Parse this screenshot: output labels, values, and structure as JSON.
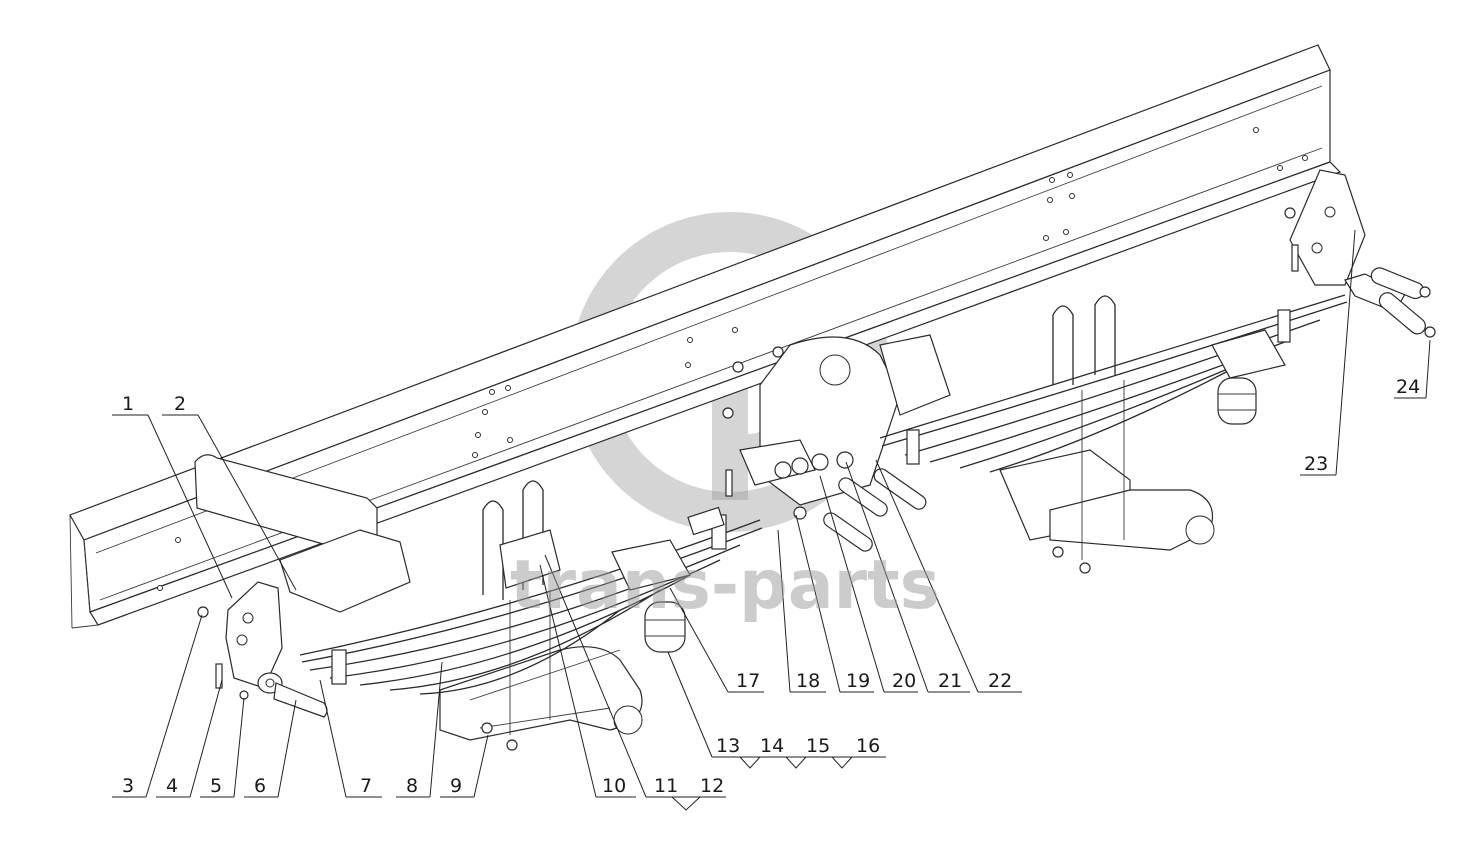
{
  "watermark": {
    "text": "trans-parts",
    "color": "#9a9a9a"
  },
  "corner_mark": "",
  "callouts": [
    {
      "label": "1"
    },
    {
      "label": "2"
    },
    {
      "label": "3"
    },
    {
      "label": "4"
    },
    {
      "label": "5"
    },
    {
      "label": "6"
    },
    {
      "label": "7"
    },
    {
      "label": "8"
    },
    {
      "label": "9"
    },
    {
      "label": "10"
    },
    {
      "label": "11"
    },
    {
      "label": "12"
    },
    {
      "label": "13"
    },
    {
      "label": "14"
    },
    {
      "label": "15"
    },
    {
      "label": "16"
    },
    {
      "label": "17"
    },
    {
      "label": "18"
    },
    {
      "label": "19"
    },
    {
      "label": "20"
    },
    {
      "label": "21"
    },
    {
      "label": "22"
    },
    {
      "label": "23"
    },
    {
      "label": "24"
    }
  ]
}
